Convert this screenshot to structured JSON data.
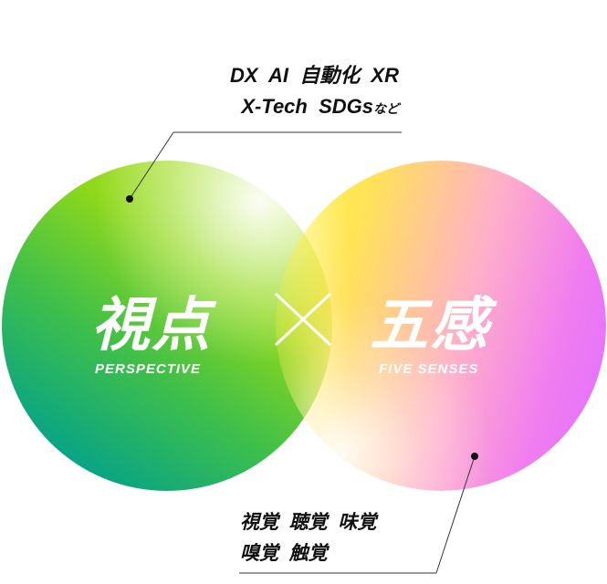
{
  "top_note": {
    "line1": "DX  AI  自動化  XR",
    "line2_main": "X-Tech  SDGs",
    "line2_suffix": "など"
  },
  "left_circle": {
    "title": "視点",
    "subtitle": "PERSPECTIVE"
  },
  "cross_symbol": "×",
  "right_circle": {
    "title": "五感",
    "subtitle": "FIVE SENSES"
  },
  "bottom_note": {
    "line1": "視覚  聴覚  味覚",
    "line2": "嗅覚  触覚"
  }
}
